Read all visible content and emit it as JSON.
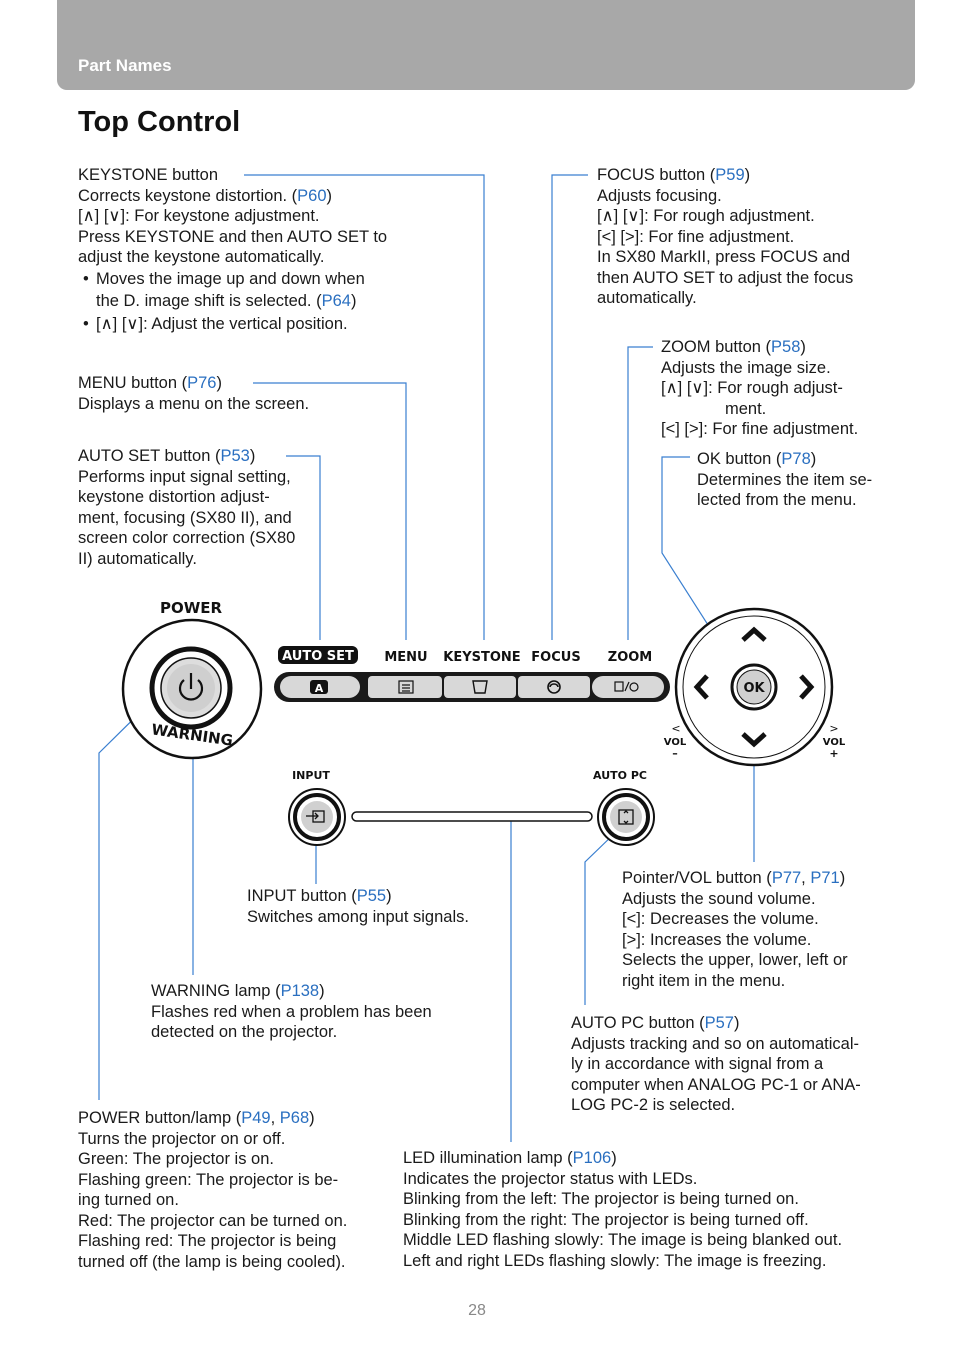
{
  "header": {
    "section": "Part Names"
  },
  "title": "Top Control",
  "page_number": "28",
  "labels": {
    "keystone": {
      "name": "KEYSTONE button",
      "line1_pre": "Corrects keystone distortion. (",
      "line1_link": "P60",
      "line1_post": ")",
      "line2": "[∧] [∨]: For keystone adjustment.",
      "line3_pre": "Press ",
      "line3_b1": "KEYSTONE",
      "line3_mid": " and then ",
      "line3_b2": "AUTO SET",
      "line3_post": " to",
      "line4": "adjust the keystone automatically.",
      "bullet1a": "Moves the image up and down when",
      "bullet1b_pre": "the D. image shift is selected. (",
      "bullet1b_link": "P64",
      "bullet1b_post": ")",
      "bullet2": "[∧] [∨]: Adjust the vertical position."
    },
    "focus": {
      "name_pre": "FOCUS button (",
      "name_link": "P59",
      "name_post": ")",
      "line1": "Adjusts focusing.",
      "line2": "[∧] [∨]:  For rough adjustment.",
      "line3": "[<] [>]:  For fine adjustment.",
      "line4_pre": "In SX80 MarkII, press ",
      "line4_b": "FOCUS",
      "line4_post": " and",
      "line5_pre": "then ",
      "line5_b": "AUTO SET",
      "line5_post": " to adjust the focus",
      "line6": "automatically."
    },
    "zoom": {
      "name_pre": "ZOOM button (",
      "name_link": "P58",
      "name_post": ")",
      "line1": "Adjusts the image size.",
      "line2": "[∧] [∨]:  For rough adjust-",
      "line3": "ment.",
      "line4": "[<] [>]:  For fine adjustment."
    },
    "menu": {
      "name_pre": "MENU button (",
      "name_link": "P76",
      "name_post": ")",
      "line1": "Displays a menu on the screen."
    },
    "autoset": {
      "name_pre": "AUTO SET button (",
      "name_link": "P53",
      "name_post": ")",
      "line1": "Performs input signal setting,",
      "line2": "keystone distortion adjust-",
      "line3": "ment, focusing (SX80 II), and",
      "line4": "screen color correction (SX80",
      "line5": "II) automatically."
    },
    "ok": {
      "name_pre": "OK button (",
      "name_link": "P78",
      "name_post": ")",
      "line1": "Determines the item se-",
      "line2": "lected from the menu."
    },
    "input": {
      "name_pre": "INPUT button (",
      "name_link": "P55",
      "name_post": ")",
      "line1": "Switches among input signals."
    },
    "pointer": {
      "name_pre": "Pointer/VOL button (",
      "name_link1": "P77",
      "name_sep": ", ",
      "name_link2": "P71",
      "name_post": ")",
      "line1": "Adjusts the sound volume.",
      "line2": "[<]: Decreases the volume.",
      "line3": "[>]: Increases the volume.",
      "line4": "Selects the upper, lower, left or",
      "line5": "right item in the menu."
    },
    "warning": {
      "name_pre": "WARNING lamp (",
      "name_link": "P138",
      "name_post": ")",
      "line1": "Flashes red when a problem has been",
      "line2": "detected on the projector."
    },
    "autopc": {
      "name_pre": "AUTO PC button (",
      "name_link": "P57",
      "name_post": ")",
      "line1": "Adjusts tracking and so on automatical-",
      "line2": "ly in accordance with signal from a",
      "line3": "computer when ANALOG PC-1 or ANA-",
      "line4": "LOG PC-2 is selected."
    },
    "power": {
      "name_pre": "POWER button/lamp (",
      "name_link1": "P49",
      "name_sep": ", ",
      "name_link2": "P68",
      "name_post": ")",
      "line1": "Turns the projector on or off.",
      "line2": "Green: The projector is on.",
      "line3": "Flashing green: The projector is be-",
      "line4": "ing turned on.",
      "line5": "Red: The projector can be turned on.",
      "line6": "Flashing red: The projector is being",
      "line7": "turned off (the lamp is being cooled)."
    },
    "led": {
      "name_pre": "LED illumination lamp (",
      "name_link": "P106",
      "name_post": ")",
      "line1": "Indicates the projector status with LEDs.",
      "line2": "Blinking from the left: The projector is being turned on.",
      "line3": "Blinking from the right: The projector is being turned off.",
      "line4": "Middle LED flashing slowly: The image is being blanked out.",
      "line5": "Left and right LEDs flashing slowly: The image is freezing."
    }
  },
  "panel": {
    "power": "POWER",
    "warning": "WARNING",
    "auto_set": "AUTO SET",
    "menu": "MENU",
    "keystone": "KEYSTONE",
    "focus": "FOCUS",
    "zoom": "ZOOM",
    "ok": "OK",
    "input": "INPUT",
    "auto_pc": "AUTO PC",
    "vol": "VOL",
    "vol_minus": "–",
    "vol_plus": "+",
    "autoset_key": "A"
  },
  "colors": {
    "header_bg": "#a8a8a8",
    "link": "#2a6fc0",
    "leader": "#3a7fd0"
  }
}
